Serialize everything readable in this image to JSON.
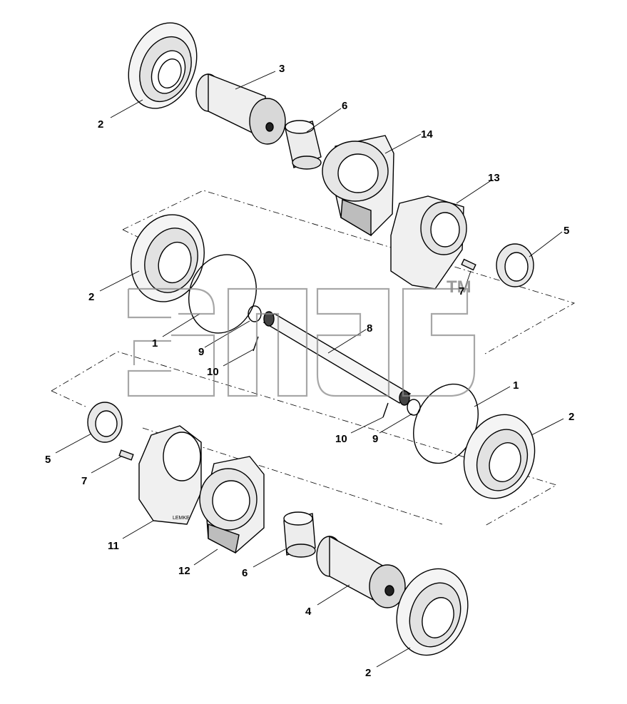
{
  "diagram": {
    "type": "exploded parts diagram",
    "callouts": [
      {
        "id": "c-2-top",
        "label": "2"
      },
      {
        "id": "c-3",
        "label": "3"
      },
      {
        "id": "c-6-top",
        "label": "6"
      },
      {
        "id": "c-14",
        "label": "14"
      },
      {
        "id": "c-13",
        "label": "13"
      },
      {
        "id": "c-5-right",
        "label": "5"
      },
      {
        "id": "c-7-right",
        "label": "7"
      },
      {
        "id": "c-2-left",
        "label": "2"
      },
      {
        "id": "c-1-left",
        "label": "1"
      },
      {
        "id": "c-9-left",
        "label": "9"
      },
      {
        "id": "c-8",
        "label": "8"
      },
      {
        "id": "c-10-left",
        "label": "10"
      },
      {
        "id": "c-1-right",
        "label": "1"
      },
      {
        "id": "c-2-right",
        "label": "2"
      },
      {
        "id": "c-10-right",
        "label": "10"
      },
      {
        "id": "c-9-right",
        "label": "9"
      },
      {
        "id": "c-5-left",
        "label": "5"
      },
      {
        "id": "c-7-left",
        "label": "7"
      },
      {
        "id": "c-11",
        "label": "11"
      },
      {
        "id": "c-12",
        "label": "12"
      },
      {
        "id": "c-6-bottom",
        "label": "6"
      },
      {
        "id": "c-4",
        "label": "4"
      },
      {
        "id": "c-2-bottom",
        "label": "2"
      }
    ],
    "watermark": {
      "trademark": "TM"
    }
  },
  "colors": {
    "line": "#000000",
    "background": "#ffffff",
    "watermark": "#8a8a8a"
  }
}
